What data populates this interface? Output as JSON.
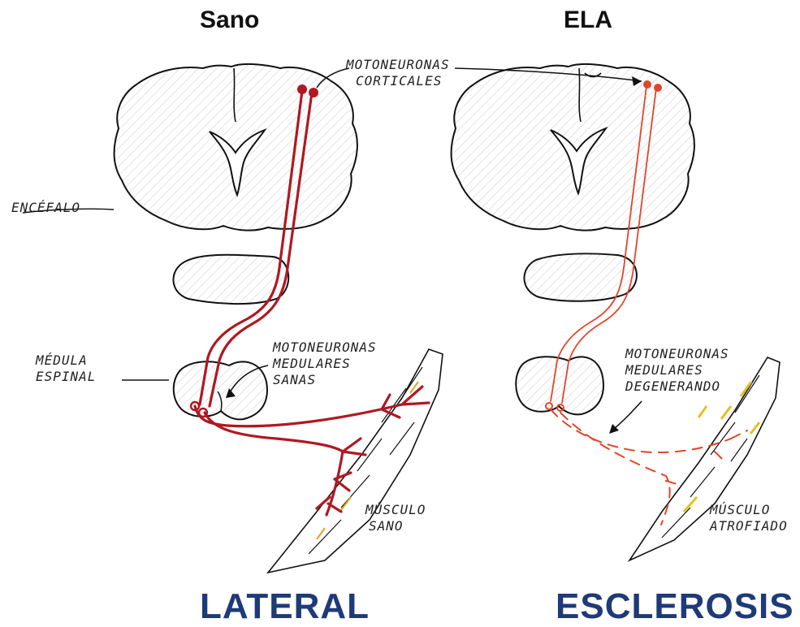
{
  "titles": {
    "healthy": "Sano",
    "als": "ELA"
  },
  "labels": {
    "cortical_line1": "MOTONEURONAS",
    "cortical_line2": "CORTICALES",
    "brain": "ENCÉFALO",
    "spinal_line1": "MÉDULA",
    "spinal_line2": "ESPINAL",
    "healthy_motor_line1": "MOTONEURONAS",
    "healthy_motor_line2": "MEDULARES",
    "healthy_motor_line3": "SANAS",
    "healthy_muscle_line1": "MÚSCULO",
    "healthy_muscle_line2": "SANO",
    "als_motor_line1": "MOTONEURONAS",
    "als_motor_line2": "MEDULARES",
    "als_motor_line3": "DEGENERANDO",
    "als_muscle_line1": "MÚSCULO",
    "als_muscle_line2": "ATROFIADO"
  },
  "footer": {
    "left": "LATERAL",
    "right": "ESCLEROSIS"
  },
  "colors": {
    "healthy_neuron": "#b01822",
    "als_neuron": "#e0462a",
    "footer": "#1e3a78",
    "fat": "#e8c020"
  }
}
